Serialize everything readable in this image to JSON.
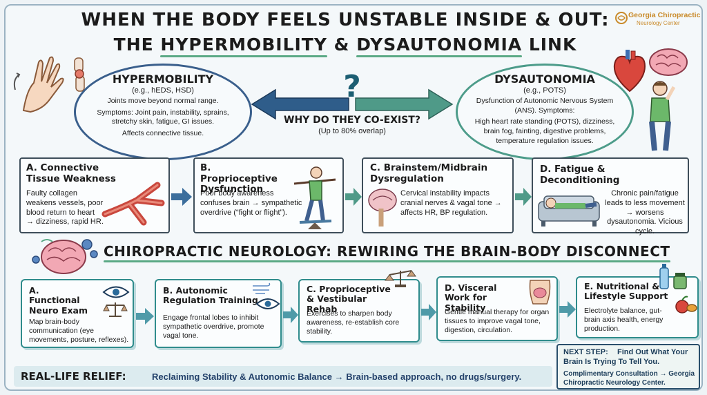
{
  "header": {
    "title_line1": "WHEN THE BODY FEELS UNSTABLE INSIDE & OUT:",
    "title_line2_prefix": "THE ",
    "title_line2_hl1": "HYPERMOBILITY",
    "title_line2_mid": " & ",
    "title_line2_hl2": "DYSAUTONOMIA",
    "title_line2_suffix": " LINK",
    "logo_name": "Georgia Chiropractic",
    "logo_sub": "Neurology Center"
  },
  "hypermobility": {
    "title": "HYPERMOBILITY",
    "subtitle": "(e.g., hEDS, HSD)",
    "line1": "Joints move beyond normal range.",
    "line2": "Symptoms: Joint pain, instability, sprains, stretchy skin, fatigue, GI issues.",
    "line3": "Affects connective tissue."
  },
  "dysautonomia": {
    "title": "DYSAUTONOMIA",
    "subtitle": "(e.g., POTS)",
    "line1": "Dysfunction of Autonomic Nervous System (ANS). Symptoms:",
    "line2": "High heart rate standing (POTS), dizziness, brain fog, fainting, digestive problems, temperature regulation issues."
  },
  "center": {
    "symbol": "?",
    "title": "WHY DO THEY CO-EXIST?",
    "subtitle": "(Up to 80% overlap)"
  },
  "mechanisms": [
    {
      "title": "A. Connective Tissue Weakness",
      "text": "Faulty collagen weakens vessels, poor blood return to heart → dizziness, rapid HR."
    },
    {
      "title": "B. Proprioceptive Dysfunction",
      "text": "Poor body awareness confuses brain → sympathetic overdrive (“fight or flight”)."
    },
    {
      "title": "C. Brainstem/Midbrain Dysregulation",
      "text": "Cervical instability impacts cranial nerves & vagal tone → affects HR, BP regulation."
    },
    {
      "title": "D. Fatigue & Deconditioning",
      "text": "Chronic pain/fatigue leads to less movement → worsens dysautonomia. Vicious cycle."
    }
  ],
  "section": {
    "title": "CHIROPRACTIC NEUROLOGY: REWIRING THE BRAIN-BODY DISCONNECT"
  },
  "steps": [
    {
      "title": "A. Functional Neuro Exam",
      "text": "Map brain-body communication (eye movements, posture, reflexes)."
    },
    {
      "title": "B. Autonomic Regulation Training",
      "text": "Engage frontal lobes to inhibit sympathetic overdrive, promote vagal tone."
    },
    {
      "title": "C. Proprioceptive & Vestibular Rehab",
      "text": "Exercises to sharpen body awareness, re-establish core stability."
    },
    {
      "title": "D. Visceral Work for Stability",
      "text": "Gentle manual therapy for organ tissues to improve vagal tone, digestion, circulation."
    },
    {
      "title": "E. Nutritional & Lifestyle Support",
      "text": "Electrolyte balance, gut-brain axis health, energy production."
    }
  ],
  "relief": {
    "label": "REAL-LIFE RELIEF:",
    "text": "Reclaiming Stability & Autonomic Balance → Brain-based approach, no drugs/surgery."
  },
  "next_step": {
    "label": "NEXT STEP:",
    "text": "Find Out What Your Brain Is Trying To Tell You.",
    "cta": "Complimentary Consultation → Georgia Chiropractic Neurology Center."
  },
  "colors": {
    "arrow_left": "#2f5d8a",
    "arrow_right": "#4f9a88",
    "accent": "#2f8c8c",
    "underline": "#5aa985"
  }
}
